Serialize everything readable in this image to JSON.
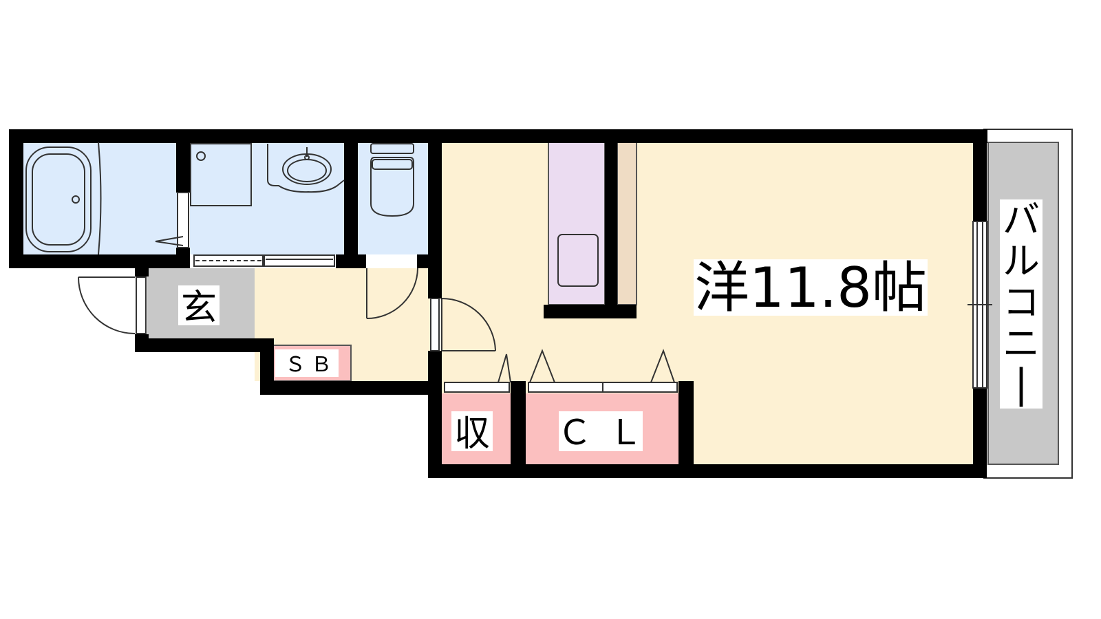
{
  "floorplan": {
    "main_room_label": "洋11.8帖",
    "entrance_label": "玄",
    "shoe_box_label": "ＳＢ",
    "storage_label": "収",
    "closet_label": "ＣＬ",
    "balcony_label": "バルコニー"
  },
  "colors": {
    "wall": "#000000",
    "wet_area": "#dcebfc",
    "living": "#fdf1d3",
    "entrance": "#c8c8c8",
    "storage": "#fbbfbf",
    "kitchen": "#ebdcf1",
    "counter": "#efdcc4",
    "balcony": "#c8c8c8"
  }
}
